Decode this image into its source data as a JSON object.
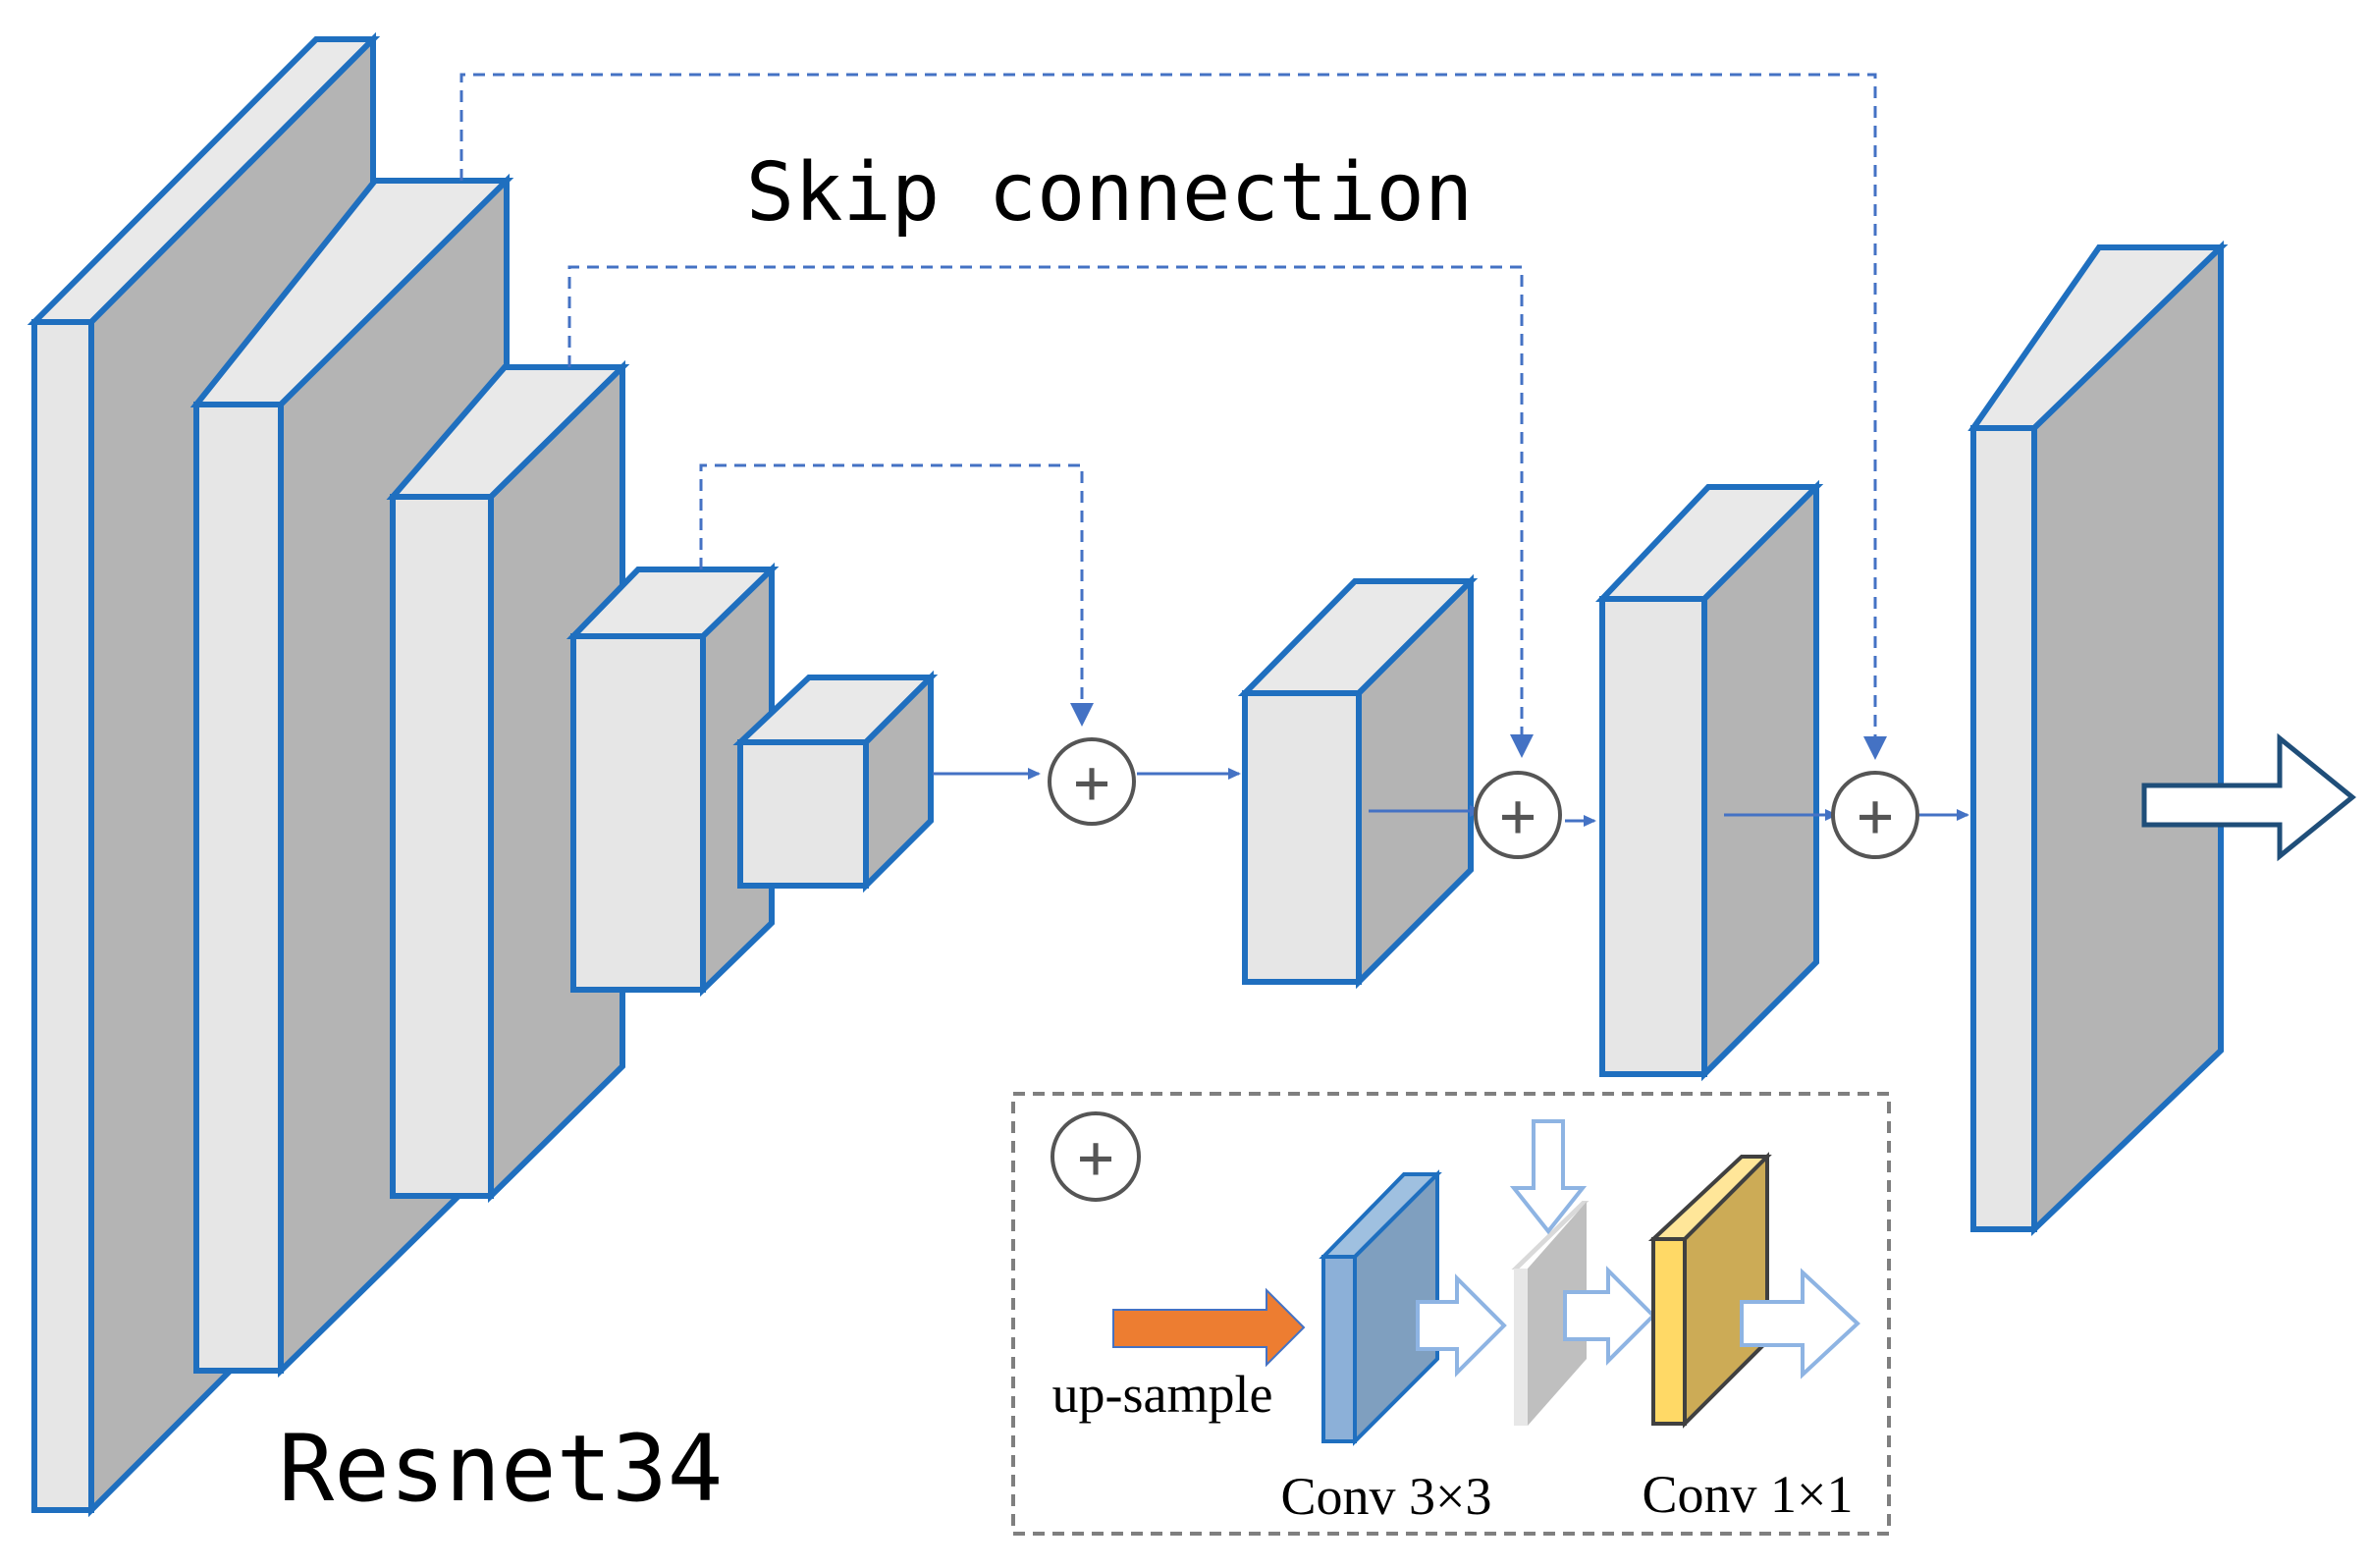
{
  "labels": {
    "skip_connection": "Skip connection",
    "encoder": "Resnet34",
    "upsample": "up-sample",
    "conv3": "Conv 3×3",
    "conv1": "Conv 1×1"
  },
  "symbols": {
    "add": "+"
  },
  "colors": {
    "block_stroke": "#1f6fbf",
    "block_front": "#e6e6e6",
    "block_side": "#b4b4b4",
    "block_top": "#e9e9e9",
    "skip_line": "#4472c4",
    "flow_arrow": "#4472c4",
    "legend_border": "#7f7f7f",
    "conv3_color": "#8cb0d8",
    "conv1_color": "#ffd966",
    "upsample_arrow": "#ed7d31"
  },
  "icons": [
    "add-circle-icon",
    "arrow-right-icon",
    "arrow-down-icon",
    "output-arrow-icon",
    "upsample-arrow-icon"
  ]
}
